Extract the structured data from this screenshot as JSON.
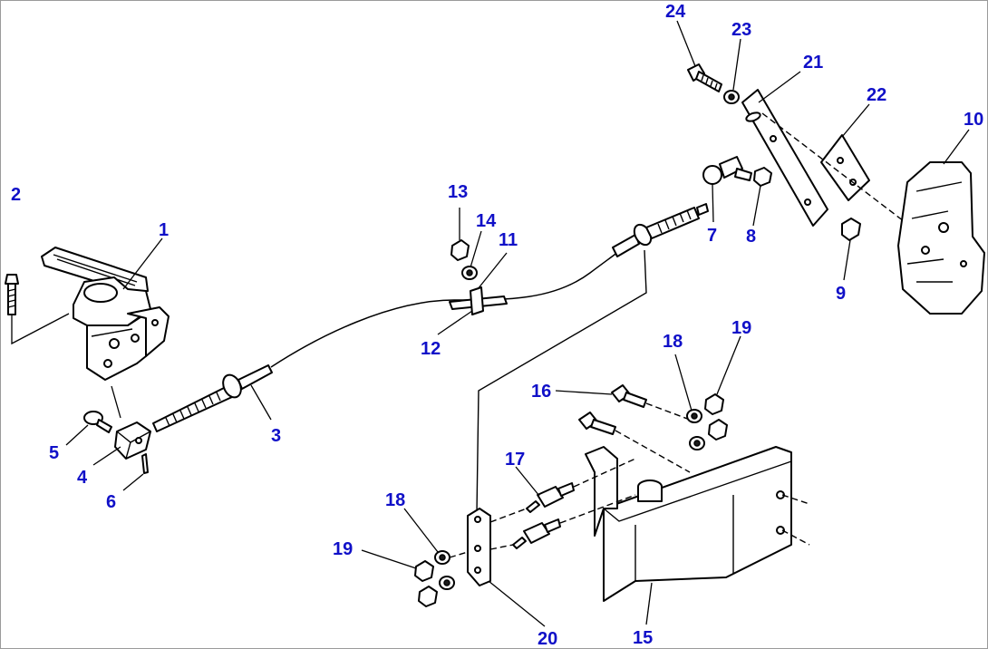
{
  "diagram": {
    "callouts": [
      {
        "id": "1",
        "text": "1"
      },
      {
        "id": "2",
        "text": "2"
      },
      {
        "id": "3",
        "text": "3"
      },
      {
        "id": "4",
        "text": "4"
      },
      {
        "id": "5",
        "text": "5"
      },
      {
        "id": "6",
        "text": "6"
      },
      {
        "id": "7",
        "text": "7"
      },
      {
        "id": "8",
        "text": "8"
      },
      {
        "id": "9",
        "text": "9"
      },
      {
        "id": "10",
        "text": "10"
      },
      {
        "id": "11",
        "text": "11"
      },
      {
        "id": "12",
        "text": "12"
      },
      {
        "id": "13",
        "text": "13"
      },
      {
        "id": "14",
        "text": "14"
      },
      {
        "id": "15",
        "text": "15"
      },
      {
        "id": "16",
        "text": "16"
      },
      {
        "id": "17",
        "text": "17"
      },
      {
        "id": "18a",
        "text": "18"
      },
      {
        "id": "18b",
        "text": "18"
      },
      {
        "id": "19a",
        "text": "19"
      },
      {
        "id": "19b",
        "text": "19"
      },
      {
        "id": "20",
        "text": "20"
      },
      {
        "id": "21",
        "text": "21"
      },
      {
        "id": "22",
        "text": "22"
      },
      {
        "id": "23",
        "text": "23"
      },
      {
        "id": "24",
        "text": "24"
      }
    ],
    "colors": {
      "callout_text": "#1010c8",
      "linework": "#000000",
      "background": "#ffffff"
    }
  }
}
